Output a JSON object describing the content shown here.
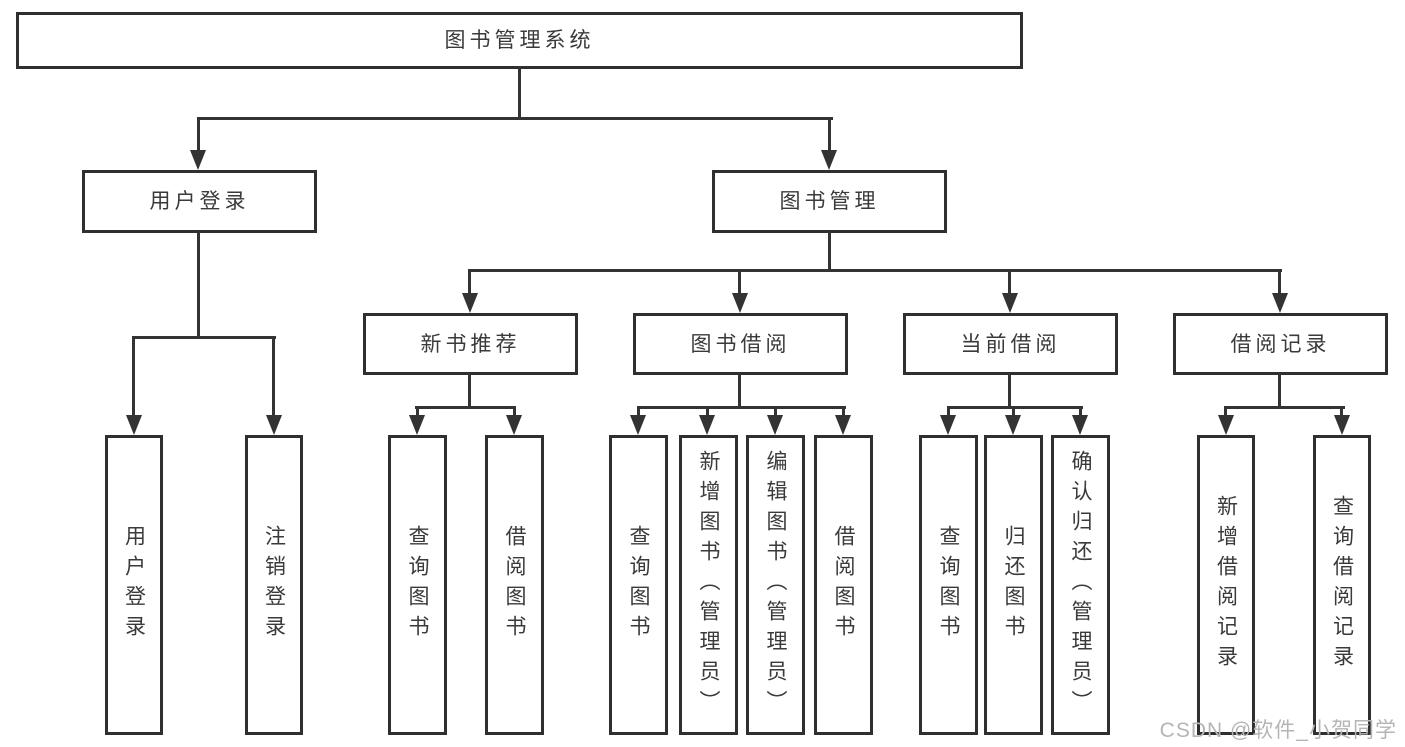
{
  "diagram": {
    "root": {
      "label": "图书管理系统"
    },
    "branches": [
      {
        "label": "用户登录",
        "leaves": [
          {
            "label": "用户登录"
          },
          {
            "label": "注销登录"
          }
        ]
      },
      {
        "label": "图书管理",
        "groups": [
          {
            "label": "新书推荐",
            "leaves": [
              {
                "label": "查询图书"
              },
              {
                "label": "借阅图书"
              }
            ]
          },
          {
            "label": "图书借阅",
            "leaves": [
              {
                "label": "查询图书"
              },
              {
                "label": "新增图书（管理员）"
              },
              {
                "label": "编辑图书（管理员）"
              },
              {
                "label": "借阅图书"
              }
            ]
          },
          {
            "label": "当前借阅",
            "leaves": [
              {
                "label": "查询图书"
              },
              {
                "label": "归还图书"
              },
              {
                "label": "确认归还（管理员）"
              }
            ]
          },
          {
            "label": "借阅记录",
            "leaves": [
              {
                "label": "新增借阅记录"
              },
              {
                "label": "查询借阅记录"
              }
            ]
          }
        ]
      }
    ]
  },
  "watermark": {
    "text": "CSDN @软件_小贺同学"
  },
  "colors": {
    "line": "#333333",
    "box_border": "#2f2f2f",
    "text": "#3a3a3a",
    "watermark": "#b5b5b5",
    "background": "#ffffff"
  }
}
